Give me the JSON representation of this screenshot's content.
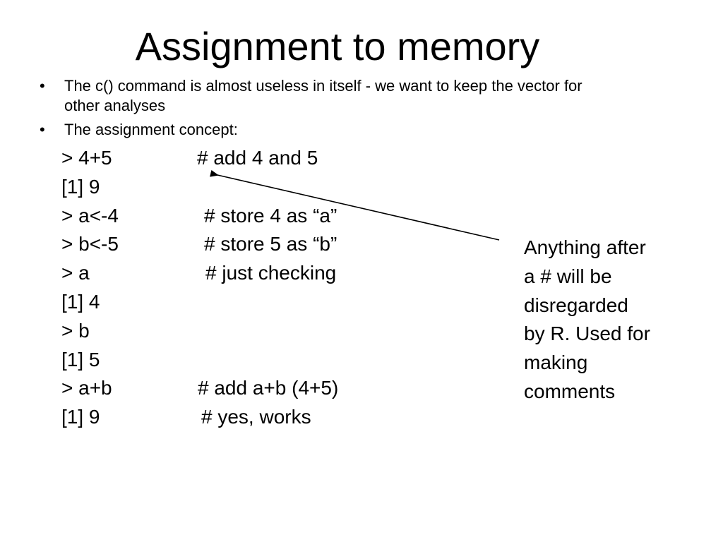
{
  "title": "Assignment to memory",
  "bullets": [
    {
      "marker": "•",
      "text": "The c() command is almost useless in itself - we want to keep the vector for other analyses"
    },
    {
      "marker": "•",
      "text": "The assignment concept:"
    }
  ],
  "code_lines": [
    {
      "cmd": "> 4+5",
      "comment": "# add 4 and 5"
    },
    {
      "cmd": "[1] 9",
      "comment": ""
    },
    {
      "cmd": "> a<-4",
      "comment": "# store 4 as “a”"
    },
    {
      "cmd": "> b<-5",
      "comment": "# store 5 as “b”"
    },
    {
      "cmd": "> a",
      "comment": "# just checking"
    },
    {
      "cmd": "[1] 4",
      "comment": ""
    },
    {
      "cmd": "> b",
      "comment": ""
    },
    {
      "cmd": "[1] 5",
      "comment": ""
    },
    {
      "cmd": "> a+b",
      "comment": "# add a+b (4+5)"
    },
    {
      "cmd": "[1] 9",
      "comment": "# yes, works"
    }
  ],
  "side_note": {
    "lines": [
      "Anything after",
      "a # will be",
      "disregarded",
      "by R. Used for",
      "making",
      "comments"
    ]
  }
}
